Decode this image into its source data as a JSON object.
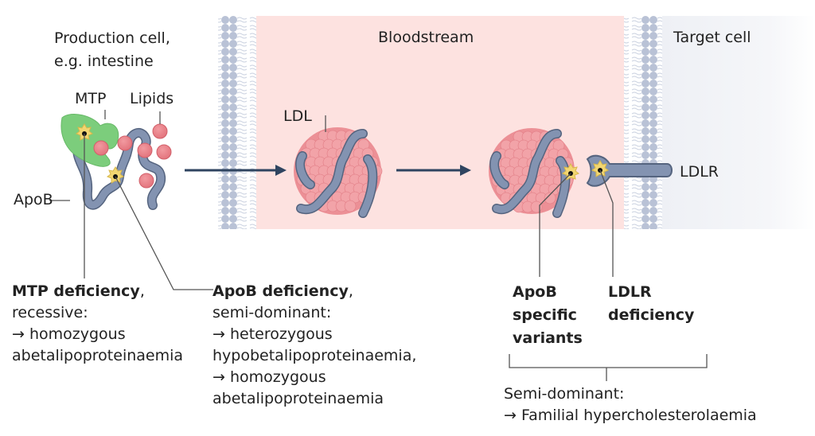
{
  "figure": {
    "regions": {
      "production_cell": [
        "Production cell,",
        "e.g. intestine"
      ],
      "bloodstream": "Bloodstream",
      "target_cell": "Target cell"
    },
    "labels": {
      "mtp": "MTP",
      "lipids": "Lipids",
      "apob": "ApoB",
      "ldl": "LDL",
      "ldlr": "LDLR"
    },
    "annotations": {
      "mtp_deficiency": {
        "title": "MTP deficiency",
        "suffix": ",",
        "lines": [
          "recessive:",
          "→ homozygous",
          "abetalipoproteinaemia"
        ]
      },
      "apob_deficiency": {
        "title": "ApoB deficiency",
        "suffix": ",",
        "lines": [
          "semi-dominant:",
          "→ heterozygous",
          "hypobetalipoproteinaemia,",
          "→ homozygous",
          "abetalipoproteinaemia"
        ]
      },
      "apob_variants": {
        "lines": [
          "ApoB",
          "specific",
          "variants"
        ]
      },
      "ldlr_deficiency": {
        "lines": [
          "LDLR",
          "deficiency"
        ]
      },
      "combined": {
        "lines": [
          "Semi-dominant:",
          "→ Familial hypercholesterolaemia"
        ]
      }
    },
    "colors": {
      "bloodstream_bg": "#fde2e0",
      "target_cell_bg": "#f1f3f7",
      "membrane": "#b7c0d4",
      "apob_protein": "#7a8aa8",
      "apob_outline": "#55647f",
      "lipid": "#e8828a",
      "lipid_dark": "#d9646e",
      "mtp": "#79c97a",
      "mutation_star": "#f2d672",
      "arrow": "#2f4460",
      "leader": "#444444"
    }
  }
}
